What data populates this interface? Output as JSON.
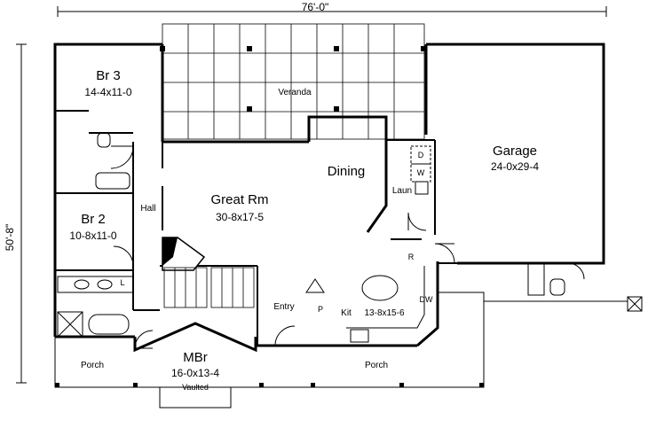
{
  "dimensions": {
    "width": "76'-0\"",
    "depth": "50'-8\""
  },
  "rooms": {
    "br3": {
      "name": "Br 3",
      "size": "14-4x11-0"
    },
    "br2": {
      "name": "Br 2",
      "size": "10-8x11-0"
    },
    "hall": {
      "name": "Hall"
    },
    "veranda": {
      "name": "Veranda"
    },
    "dining": {
      "name": "Dining"
    },
    "great_rm": {
      "name": "Great Rm",
      "size": "30-8x17-5"
    },
    "garage": {
      "name": "Garage",
      "size": "24-0x29-4"
    },
    "laun": {
      "name": "Laun"
    },
    "entry": {
      "name": "Entry"
    },
    "kit": {
      "name": "Kit",
      "size": "13-8x15-6"
    },
    "mbr": {
      "name": "MBr",
      "size": "16-0x13-4",
      "note": "Vaulted"
    },
    "porch_left": {
      "name": "Porch"
    },
    "porch_front": {
      "name": "Porch"
    }
  },
  "fixtures": {
    "dryer": "D",
    "washer": "W",
    "refrigerator": "R",
    "pantry": "P",
    "dishwasher": "DW",
    "linen": "L"
  }
}
